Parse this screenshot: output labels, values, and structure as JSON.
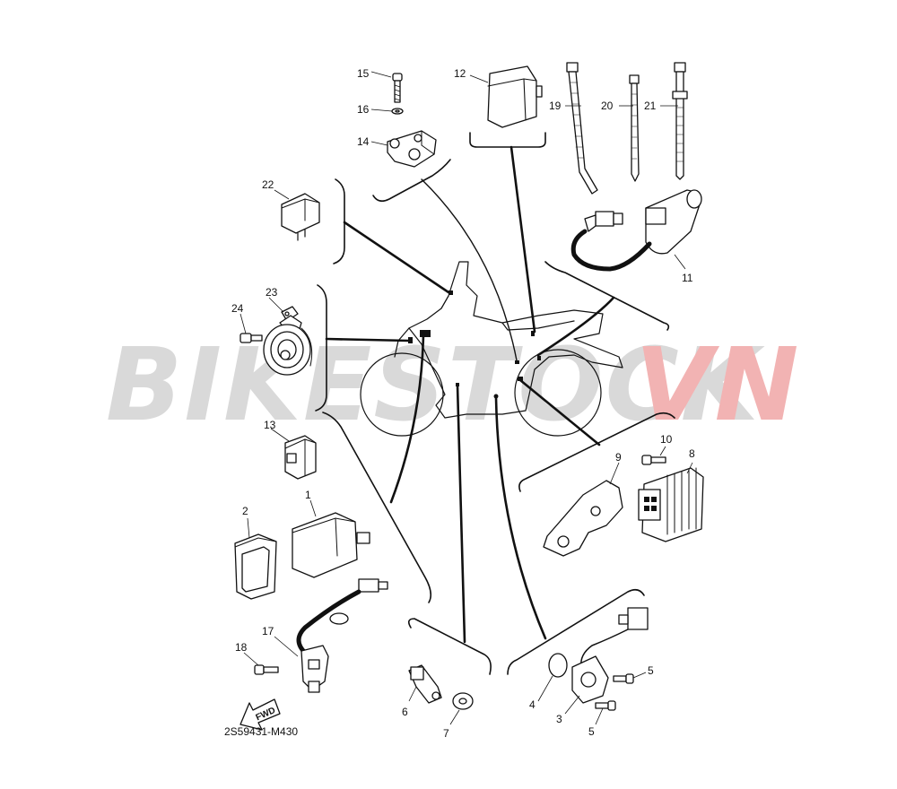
{
  "watermark": {
    "text_main": "BIKESTOCK",
    "text_accent": "VN",
    "color_main": "#d9d9d9",
    "color_accent": "#f2b3b3"
  },
  "diagram_code": "2S59431-M430",
  "fwd_label": "FWD",
  "callouts": {
    "c1": "1",
    "c2": "2",
    "c3": "3",
    "c4": "4",
    "c5a": "5",
    "c5b": "5",
    "c6": "6",
    "c7": "7",
    "c8": "8",
    "c9": "9",
    "c10": "10",
    "c11": "11",
    "c12": "12",
    "c13": "13",
    "c14": "14",
    "c15": "15",
    "c16": "16",
    "c17": "17",
    "c18": "18",
    "c19": "19",
    "c20": "20",
    "c21": "21",
    "c22": "22",
    "c23": "23",
    "c24": "24"
  },
  "icons": [
    "fwd-arrow-icon"
  ]
}
